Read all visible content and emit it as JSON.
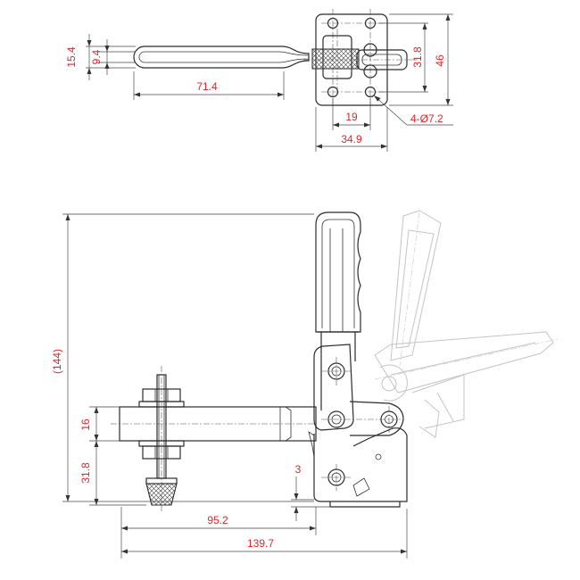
{
  "colors": {
    "dimension_text": "#e0242b",
    "lines": "#2b2b2b",
    "ghost_lines": "#c4c4c4",
    "background": "#ffffff"
  },
  "dimensions": {
    "handle_width_outer": "15.4",
    "handle_width_inner": "9.4",
    "handle_length": "71.4",
    "base_hole_pitch_y": "31.8",
    "base_height": "46",
    "base_hole_pitch_x": "19",
    "base_width": "34.9",
    "holes": "4-Ø7.2",
    "overall_height": "(144)",
    "bar_height": "16",
    "spindle_height": "31.8",
    "offset": "3",
    "spindle_reach": "95.2",
    "overall_length": "139.7"
  }
}
